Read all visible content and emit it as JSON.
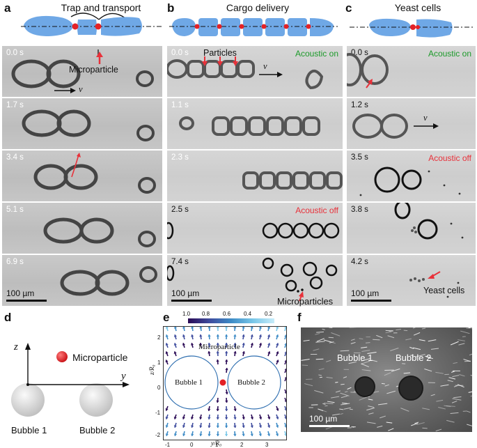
{
  "panels": {
    "a": {
      "label": "a",
      "title": "Trap and transport",
      "times": [
        "0.0 s",
        "1.7 s",
        "3.4 s",
        "5.1 s",
        "6.9 s"
      ],
      "annotation": "Microparticle",
      "velocity": "v",
      "scalebar": "100 µm"
    },
    "b": {
      "label": "b",
      "title": "Cargo delivery",
      "times": [
        "0.0 s",
        "1.1 s",
        "2.3 s",
        "2.5 s",
        "7.4 s"
      ],
      "annotation_top": "Particles",
      "annotation_bottom": "Microparticles",
      "acoustic_on": "Acoustic on",
      "acoustic_off": "Acoustic off",
      "velocity": "v",
      "scalebar": "100 µm"
    },
    "c": {
      "label": "c",
      "title": "Yeast cells",
      "times": [
        "0.0 s",
        "1.2 s",
        "3.5 s",
        "3.8 s",
        "4.2 s"
      ],
      "annotation": "Yeast cells",
      "acoustic_on": "Acoustic on",
      "acoustic_off": "Acoustic off",
      "velocity": "v",
      "scalebar": "100 µm"
    },
    "d": {
      "label": "d",
      "axis_z": "z",
      "axis_y": "y",
      "microparticle": "Microparticle",
      "bubble1": "Bubble 1",
      "bubble2": "Bubble 2"
    },
    "e": {
      "label": "e",
      "colorbar_ticks": [
        "1.0",
        "0.8",
        "0.6",
        "0.4",
        "0.2"
      ],
      "microparticle": "Microparticle",
      "bubble1": "Bubble 1",
      "bubble2": "Bubble 2",
      "ylabel": "z/R₀",
      "xlabel": "y/R₀",
      "xticks": [
        "-1",
        "0",
        "1",
        "2",
        "3"
      ],
      "yticks": [
        "2",
        "1",
        "0",
        "-1",
        "-2"
      ]
    },
    "f": {
      "label": "f",
      "bubble1": "Bubble 1",
      "bubble2": "Bubble 2",
      "scalebar": "100 µm"
    }
  },
  "colors": {
    "particle": "#e32227",
    "bubble": "#6fa8e6",
    "green": "#1c9a2a",
    "red": "#e8313a"
  }
}
